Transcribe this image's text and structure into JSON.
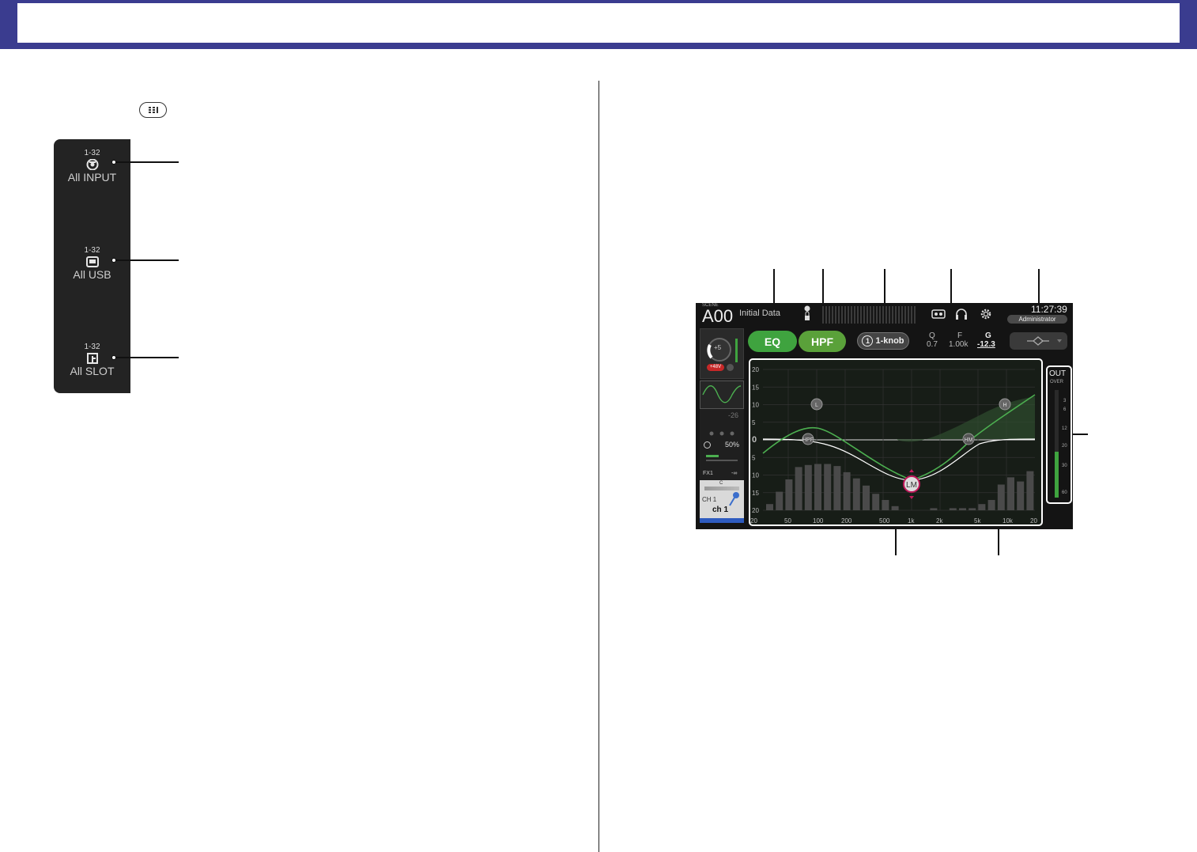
{
  "left_panel": {
    "groups": [
      {
        "range": "1-32",
        "label": "All INPUT",
        "icon": "input-jack-icon"
      },
      {
        "range": "1-32",
        "label": "All USB",
        "icon": "usb-icon"
      },
      {
        "range": "1-32",
        "label": "All SLOT",
        "icon": "slot-icon"
      }
    ]
  },
  "topbar": {
    "scene_label": "SCENE",
    "scene_number": "A00",
    "scene_name": "Initial Data",
    "time": "11:27:39",
    "user": "Administrator"
  },
  "eq_bar": {
    "eq_label": "EQ",
    "hpf_label": "HPF",
    "onekob_number": "1",
    "onekob_label": "1-knob",
    "q_label": "Q",
    "q_value": "0.7",
    "f_label": "F",
    "f_value": "1.00k",
    "g_label": "G",
    "g_value": "-12.3"
  },
  "channel": {
    "gain_value": "+5",
    "phantom_label": "+48V",
    "fader_value": "-26",
    "onekob_percent": "50%",
    "send_label": "FX1",
    "send_value": "-∞",
    "pan_label": "C",
    "ch_number": "CH 1",
    "ch_name": "ch 1"
  },
  "graph": {
    "y_labels": [
      "20",
      "15",
      "10",
      "5",
      "0",
      "5",
      "10",
      "15",
      "20"
    ],
    "x_labels": [
      "20",
      "50",
      "100",
      "200",
      "500",
      "1k",
      "2k",
      "5k",
      "10k",
      "20"
    ],
    "band_handles": [
      "L",
      "H",
      "HPF",
      "HM",
      "LM"
    ]
  },
  "meter": {
    "title": "OUT",
    "over_label": "OVER",
    "scale": [
      "3",
      "6",
      "12",
      "20",
      "30",
      "60"
    ]
  }
}
